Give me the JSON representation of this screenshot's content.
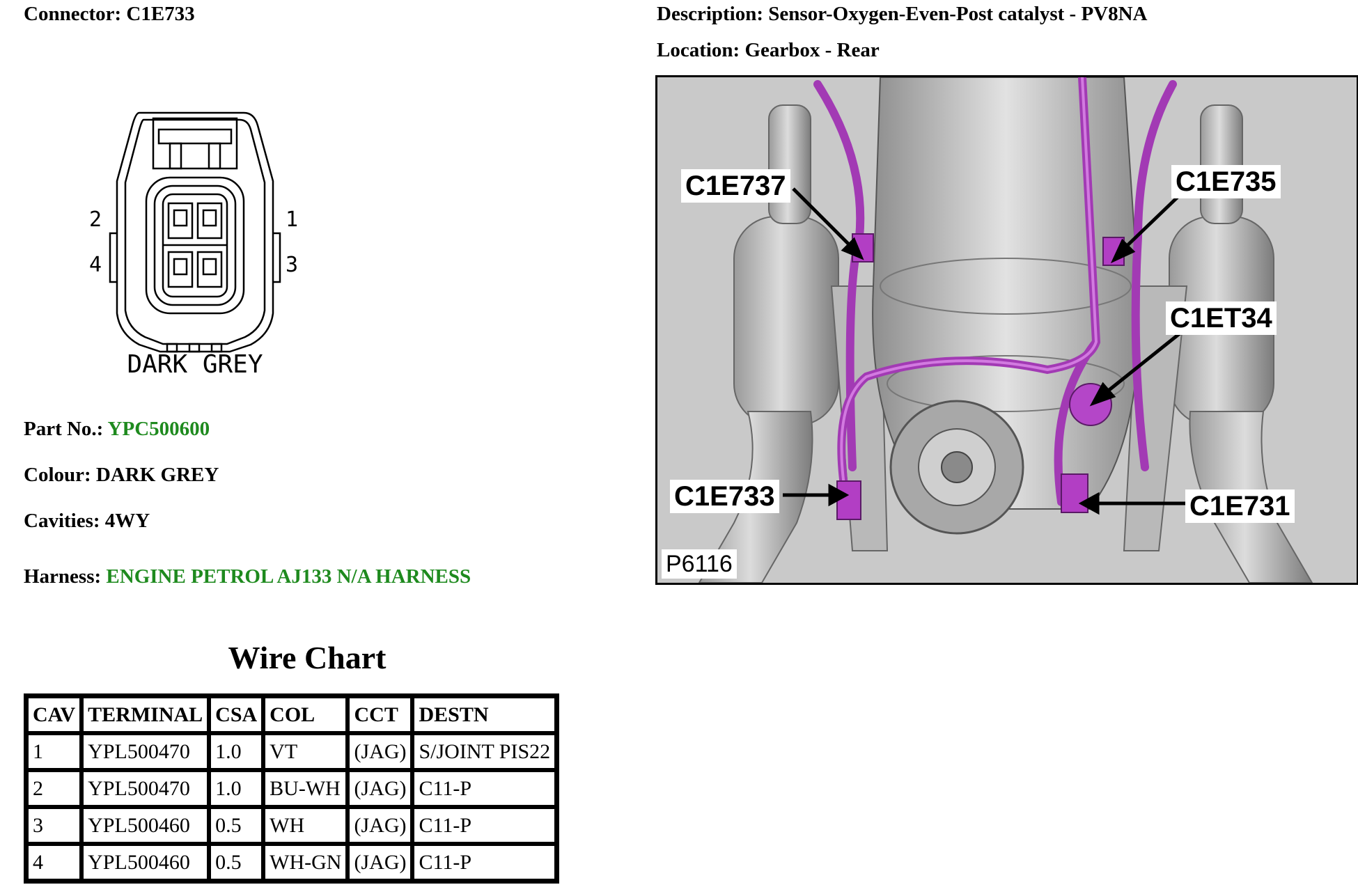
{
  "connector": {
    "label": "Connector:",
    "value": "C1E733",
    "diagram": {
      "pin_labels": [
        "2",
        "1",
        "4",
        "3"
      ],
      "colour_caption": "DARK GREY"
    }
  },
  "description": {
    "label": "Description:",
    "value": "Sensor-Oxygen-Even-Post catalyst - PV8NA"
  },
  "location": {
    "label": "Location:",
    "value": "Gearbox - Rear",
    "picture": {
      "callouts": [
        "C1E737",
        "C1E735",
        "C1ET34",
        "C1E733",
        "C1E731"
      ],
      "figure_id": "P6116"
    }
  },
  "details": {
    "part_no_label": "Part No.:",
    "part_no": "YPC500600",
    "colour_label": "Colour:",
    "colour": "DARK GREY",
    "cavities_label": "Cavities:",
    "cavities": "4WY",
    "harness_label": "Harness:",
    "harness": "ENGINE PETROL AJ133 N/A HARNESS"
  },
  "colors": {
    "link_green": "#1e8a1e",
    "harness_purple": "#a23ab4"
  },
  "wire_chart": {
    "title": "Wire Chart",
    "headers": [
      "CAV",
      "TERMINAL",
      "CSA",
      "COL",
      "CCT",
      "DESTN"
    ],
    "rows": [
      [
        "1",
        "YPL500470",
        "1.0",
        "VT",
        "(JAG)",
        "S/JOINT PIS22"
      ],
      [
        "2",
        "YPL500470",
        "1.0",
        "BU-WH",
        "(JAG)",
        "C11-P"
      ],
      [
        "3",
        "YPL500460",
        "0.5",
        "WH",
        "(JAG)",
        "C11-P"
      ],
      [
        "4",
        "YPL500460",
        "0.5",
        "WH-GN",
        "(JAG)",
        "C11-P"
      ]
    ]
  }
}
